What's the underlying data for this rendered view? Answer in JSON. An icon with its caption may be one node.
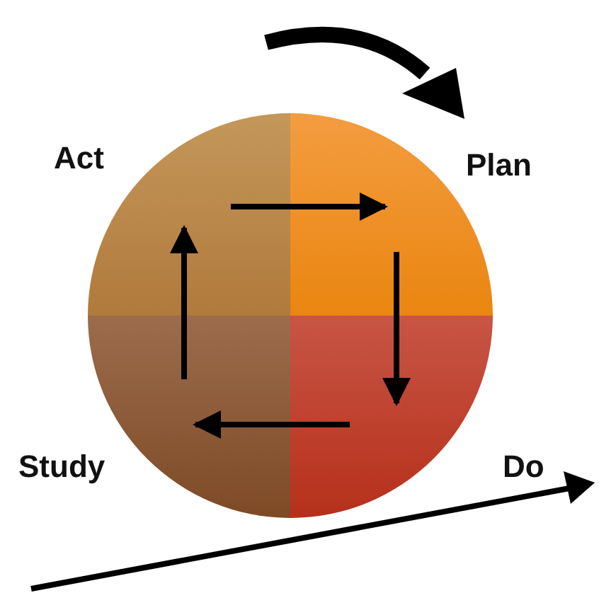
{
  "diagram": {
    "nodes": [
      {
        "text": [
          "Act"
        ]
      },
      {
        "text": [
          "Plan"
        ]
      },
      {
        "text": [
          "Study"
        ]
      },
      {
        "text": [
          "Do"
        ]
      }
    ],
    "edges": [
      {
        "from": 0,
        "to": 1,
        "arrow": "to"
      },
      {
        "from": 1,
        "to": 3,
        "arrow": "to"
      },
      {
        "from": 3,
        "to": 2,
        "arrow": "to"
      },
      {
        "from": 2,
        "to": 0,
        "arrow": "to"
      }
    ]
  }
}
